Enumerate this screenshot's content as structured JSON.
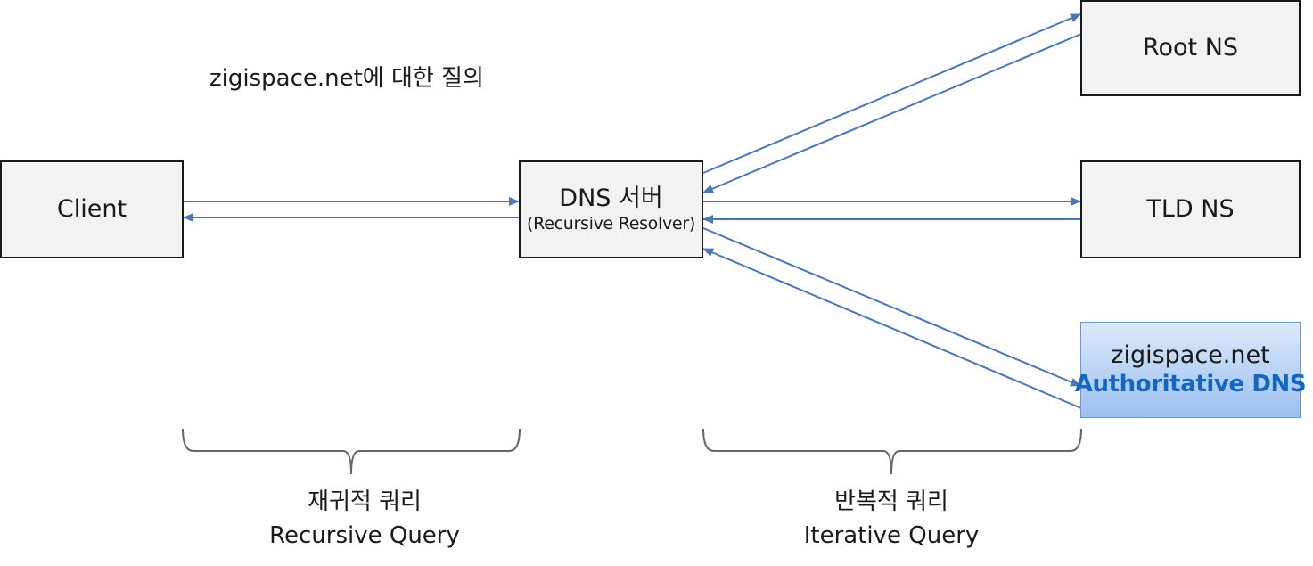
{
  "title": "zigispace.net에 대한 질의",
  "nodes": {
    "client": "Client",
    "dns_server": {
      "label": "DNS 서버",
      "sub": "(Recursive Resolver)"
    },
    "root_ns": "Root NS",
    "tld_ns": "TLD NS",
    "authoritative": {
      "label": "zigispace.net",
      "sub": "Authoritative DNS"
    }
  },
  "captions": {
    "recursive": {
      "line1": "재귀적 쿼리",
      "line2": "Recursive Query"
    },
    "iterative": {
      "line1": "반복적 쿼리",
      "line2": "Iterative Query"
    }
  },
  "colors": {
    "arrow": "#4a76b8",
    "authoritative_text": "#1466bf",
    "brace": "#666666"
  }
}
